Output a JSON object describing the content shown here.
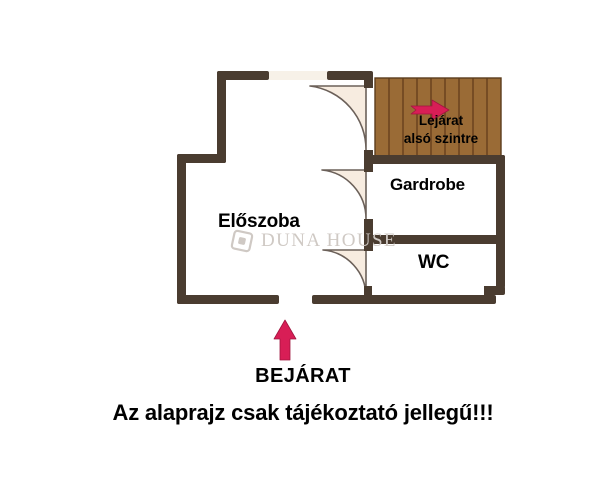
{
  "document": {
    "type": "floor-plan",
    "language": "hu"
  },
  "colors": {
    "background": "#ffffff",
    "wall": "#4a3c30",
    "wall_opening": "#f7f1e8",
    "room_fill": "#ffffff",
    "door_arc_fill": "#f7ece0",
    "door_arc_stroke": "#6b6059",
    "stair_wood": "#9a6b36",
    "stair_plank_line": "#6d4521",
    "arrow": "#d81e56",
    "arrow_shadow": "#a0163f",
    "label_text": "#000000",
    "watermark": "#cfc9c4"
  },
  "rooms": [
    {
      "id": "eloszoba",
      "label": "Előszoba"
    },
    {
      "id": "gardrobe",
      "label": "Gardrobe"
    },
    {
      "id": "wc",
      "label": "WC"
    }
  ],
  "staircase": {
    "label_line_1": "Lejárat",
    "label_line_2": "alsó szintre",
    "arrow_direction": "right"
  },
  "entrance": {
    "label": "BEJÁRAT",
    "arrow_direction": "up"
  },
  "disclaimer": {
    "text": "Az alaprajz csak tájékoztató jellegű!!!"
  },
  "watermark": {
    "text": "DUNA HOUSE",
    "logo": "diamond-logo-icon"
  },
  "doors": [
    {
      "id": "door-1",
      "room": "eloszoba-to-staircase",
      "swing": "left"
    },
    {
      "id": "door-2",
      "room": "eloszoba-to-gardrobe",
      "swing": "left"
    },
    {
      "id": "door-3",
      "room": "eloszoba-to-wc",
      "swing": "left"
    }
  ]
}
